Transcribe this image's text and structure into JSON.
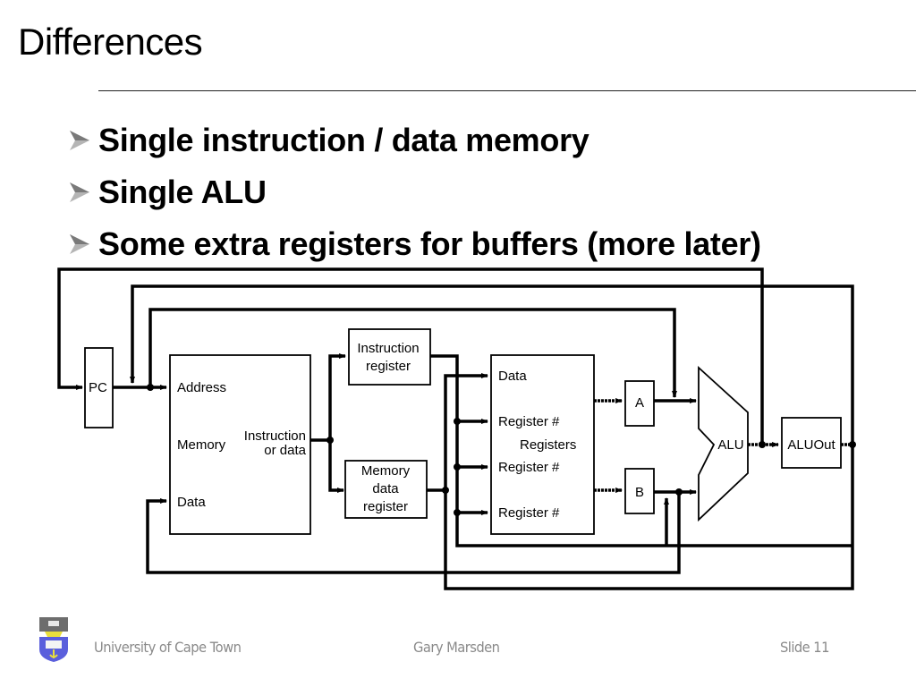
{
  "slide": {
    "title": "Differences",
    "bullets": [
      "Single instruction / data memory",
      "Single ALU",
      "Some extra registers for buffers (more later)"
    ]
  },
  "diagram": {
    "pc": "PC",
    "memory": {
      "address": "Address",
      "name": "Memory",
      "output_line1": "Instruction",
      "output_line2": "or data",
      "data": "Data"
    },
    "instruction_register": {
      "line1": "Instruction",
      "line2": "register"
    },
    "memory_data_register": {
      "line1": "Memory",
      "line2": "data",
      "line3": "register"
    },
    "registers": {
      "data": "Data",
      "regnum1": "Register #",
      "name": "Registers",
      "regnum2": "Register #",
      "regnum3": "Register #"
    },
    "a": "A",
    "b": "B",
    "alu": "ALU",
    "aluout": "ALUOut"
  },
  "footer": {
    "institution": "University of Cape Town",
    "author": "Gary Marsden",
    "slide_number": "Slide 11",
    "logo_icon": "university-crest-icon"
  }
}
